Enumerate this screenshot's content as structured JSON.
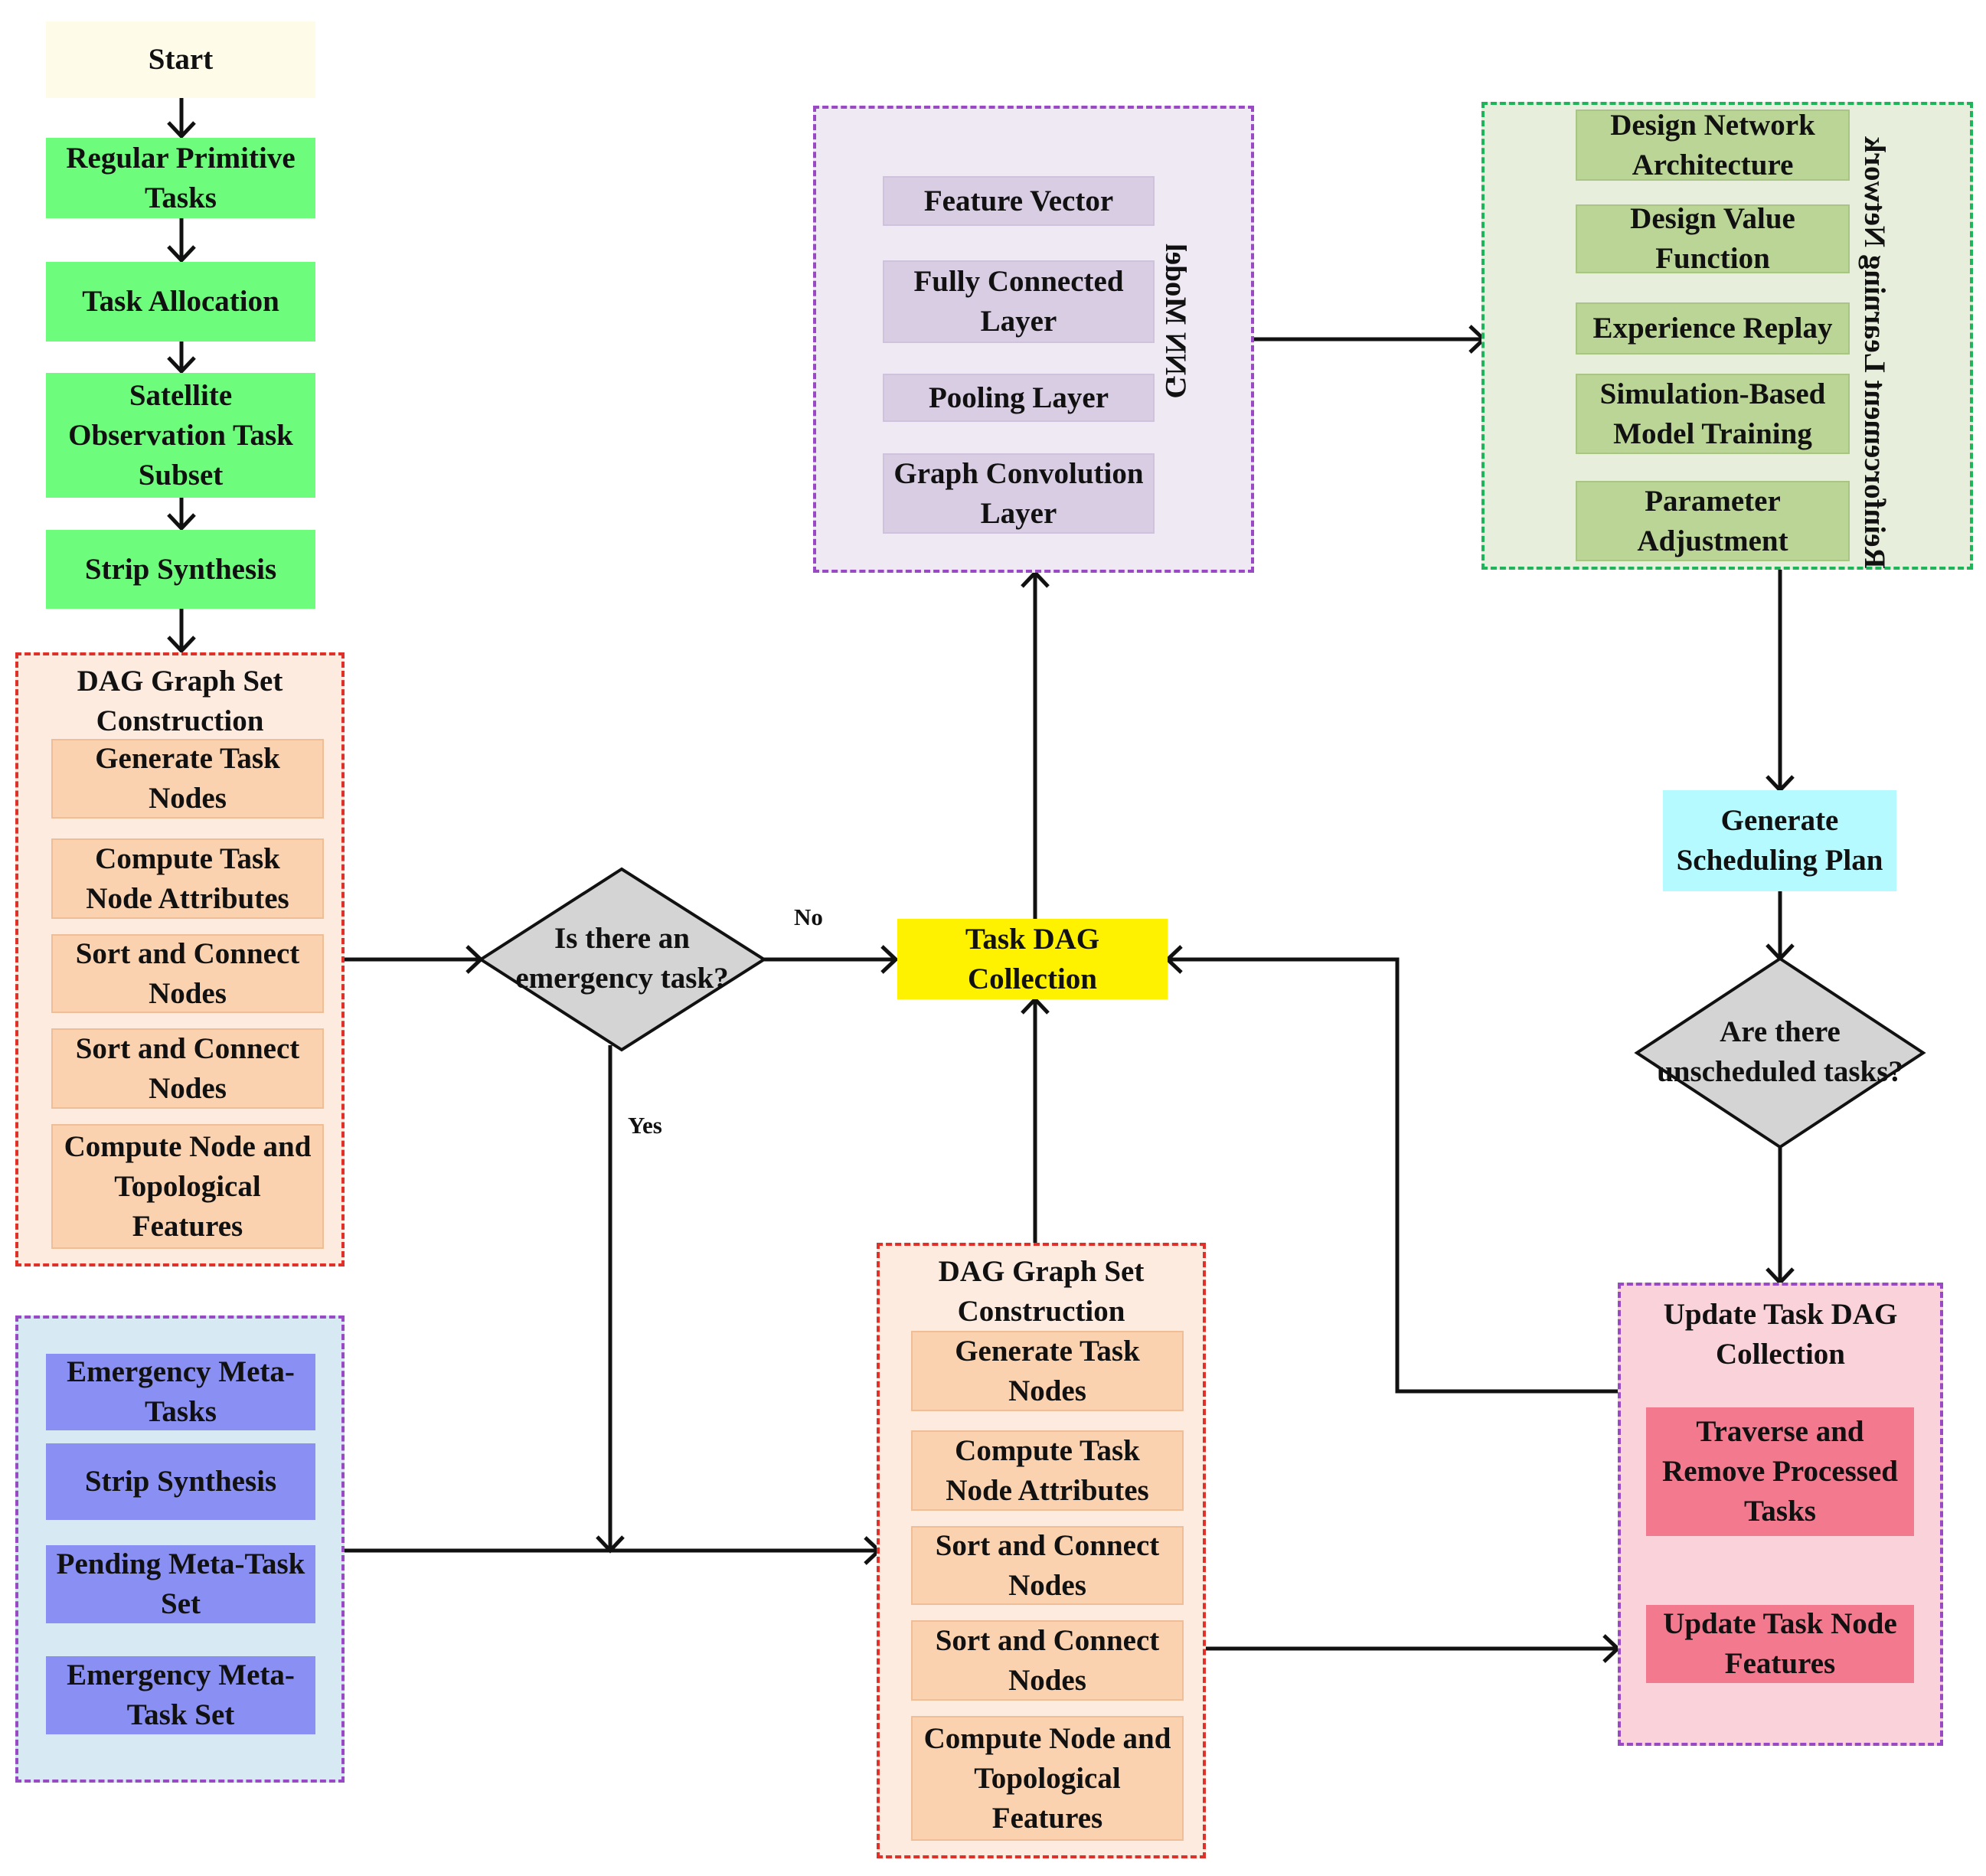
{
  "left_flow": {
    "start": "Start",
    "regular": "Regular Primitive Tasks",
    "allocation": "Task Allocation",
    "subset": "Satellite Observation Task Subset",
    "strip": "Strip Synthesis"
  },
  "dag_left": {
    "title": "DAG Graph Set Construction",
    "items": [
      "Generate Task Nodes",
      "Compute Task Node Attributes",
      "Sort and Connect Nodes",
      "Sort and Connect Nodes",
      "Compute Node and Topological Features"
    ]
  },
  "emergency": {
    "items": [
      "Emergency Meta-Tasks",
      "Strip Synthesis",
      "Pending Meta-Task Set",
      "Emergency Meta-Task Set"
    ]
  },
  "decision_emergency": {
    "text": "Is there an emergency task?",
    "no": "No",
    "yes": "Yes"
  },
  "task_dag": "Task DAG Collection",
  "gnn": {
    "title": "GNN Model",
    "items": [
      "Feature Vector",
      "Fully Connected Layer",
      "Pooling Layer",
      "Graph Convolution Layer"
    ]
  },
  "rl": {
    "title": "Reinforcement Learning Network",
    "items": [
      "Design Network Architecture",
      "Design Value Function",
      "Experience Replay",
      "Simulation-Based Model Training",
      "Parameter Adjustment"
    ]
  },
  "schedule": "Generate Scheduling Plan",
  "decision_unscheduled": "Are there unscheduled tasks?",
  "dag_bottom": {
    "title": "DAG Graph Set Construction",
    "items": [
      "Generate Task Nodes",
      "Compute Task Node Attributes",
      "Sort and Connect Nodes",
      "Sort and Connect Nodes",
      "Compute Node and Topological Features"
    ]
  },
  "update": {
    "title": "Update Task DAG Collection",
    "items": [
      "Traverse and Remove Processed Tasks",
      "Update Task Node Features"
    ]
  }
}
